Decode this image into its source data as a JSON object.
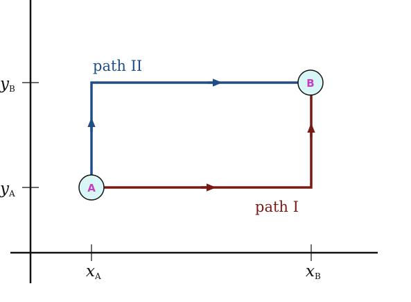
{
  "point_a": {
    "label": "A"
  },
  "point_b": {
    "label": "B"
  },
  "path_1": {
    "label": "path I"
  },
  "path_2": {
    "label": "path II"
  },
  "x_axis": {
    "ticks": [
      {
        "var": "x",
        "sub": "A"
      },
      {
        "var": "x",
        "sub": "B"
      }
    ]
  },
  "y_axis": {
    "ticks": [
      {
        "var": "y",
        "sub": "B"
      },
      {
        "var": "y",
        "sub": "A"
      }
    ]
  },
  "colors": {
    "axis": "#111111",
    "path_1": "#7a1a14",
    "path_2": "#1f4e86",
    "node_fill": "#d8f6f6",
    "node_text": "#c43fc4"
  }
}
